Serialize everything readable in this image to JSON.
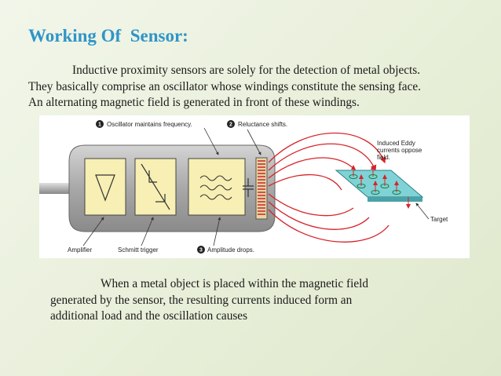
{
  "slide": {
    "title": "Working Of  Sensor:",
    "paragraph1": [
      "Inductive proximity sensors are solely for the detection of metal objects.",
      "They basically comprise an oscillator whose windings constitute the sensing face.",
      "An alternating magnetic field is generated in front of these windings."
    ],
    "paragraph2": [
      "When a metal object is placed within the magnetic field",
      "generated by the sensor, the resulting currents induced form an",
      "additional load and the oscillation causes"
    ]
  },
  "diagram": {
    "label_oscillator_num": "1",
    "label_oscillator": "Oscillator maintains frequency.",
    "label_reluctance_num": "2",
    "label_reluctance": "Reluctance shifts.",
    "label_eddy": [
      "Induced Eddy",
      "currents oppose",
      "field."
    ],
    "label_target": "Target",
    "label_amplifier": "Amplifier",
    "label_schmitt": "Schmitt trigger",
    "label_amplitude_num": "3",
    "label_amplitude": "Amplitude drops.",
    "colors": {
      "housing": "#b3b3b3",
      "module": "#f7efb3",
      "field_lines": "#d6242a",
      "target": "#7fd3d6",
      "title": "#2f95c7"
    }
  }
}
